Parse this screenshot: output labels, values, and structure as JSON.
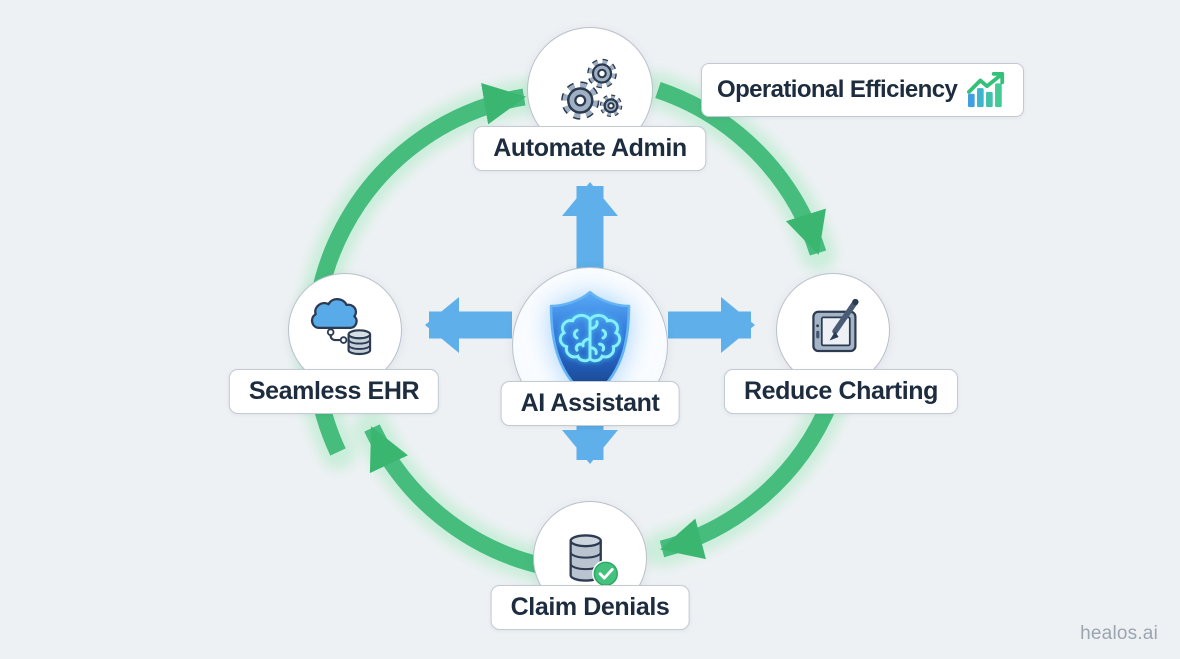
{
  "canvas": {
    "background": "#eef1f4",
    "watermark": "healos.ai"
  },
  "center_node": {
    "label": "AI Assistant",
    "icon": "shield-brain-icon"
  },
  "nodes": {
    "top": {
      "label": "Automate Admin",
      "icon": "gears-icon"
    },
    "right": {
      "label": "Reduce Charting",
      "icon": "tablet-pen-icon"
    },
    "bottom": {
      "label": "Claim Denials",
      "icon": "database-check-icon"
    },
    "left": {
      "label": "Seamless EHR",
      "icon": "cloud-database-icon"
    }
  },
  "callout": {
    "label": "Operational Efficiency",
    "icon": "growth-chart-icon"
  },
  "colors": {
    "cycle_green": "#46bd7d",
    "cycle_green_head": "#3bb671",
    "green_glow": "#c4edd6",
    "arrow_blue": "#5fb0ea",
    "text": "#1d2c3e",
    "box_border": "#c3cad4",
    "shield_top": "#57aaf6",
    "shield_bottom": "#143e80",
    "brain_cyan": "#86f1fd",
    "check_green": "#44c17d"
  }
}
